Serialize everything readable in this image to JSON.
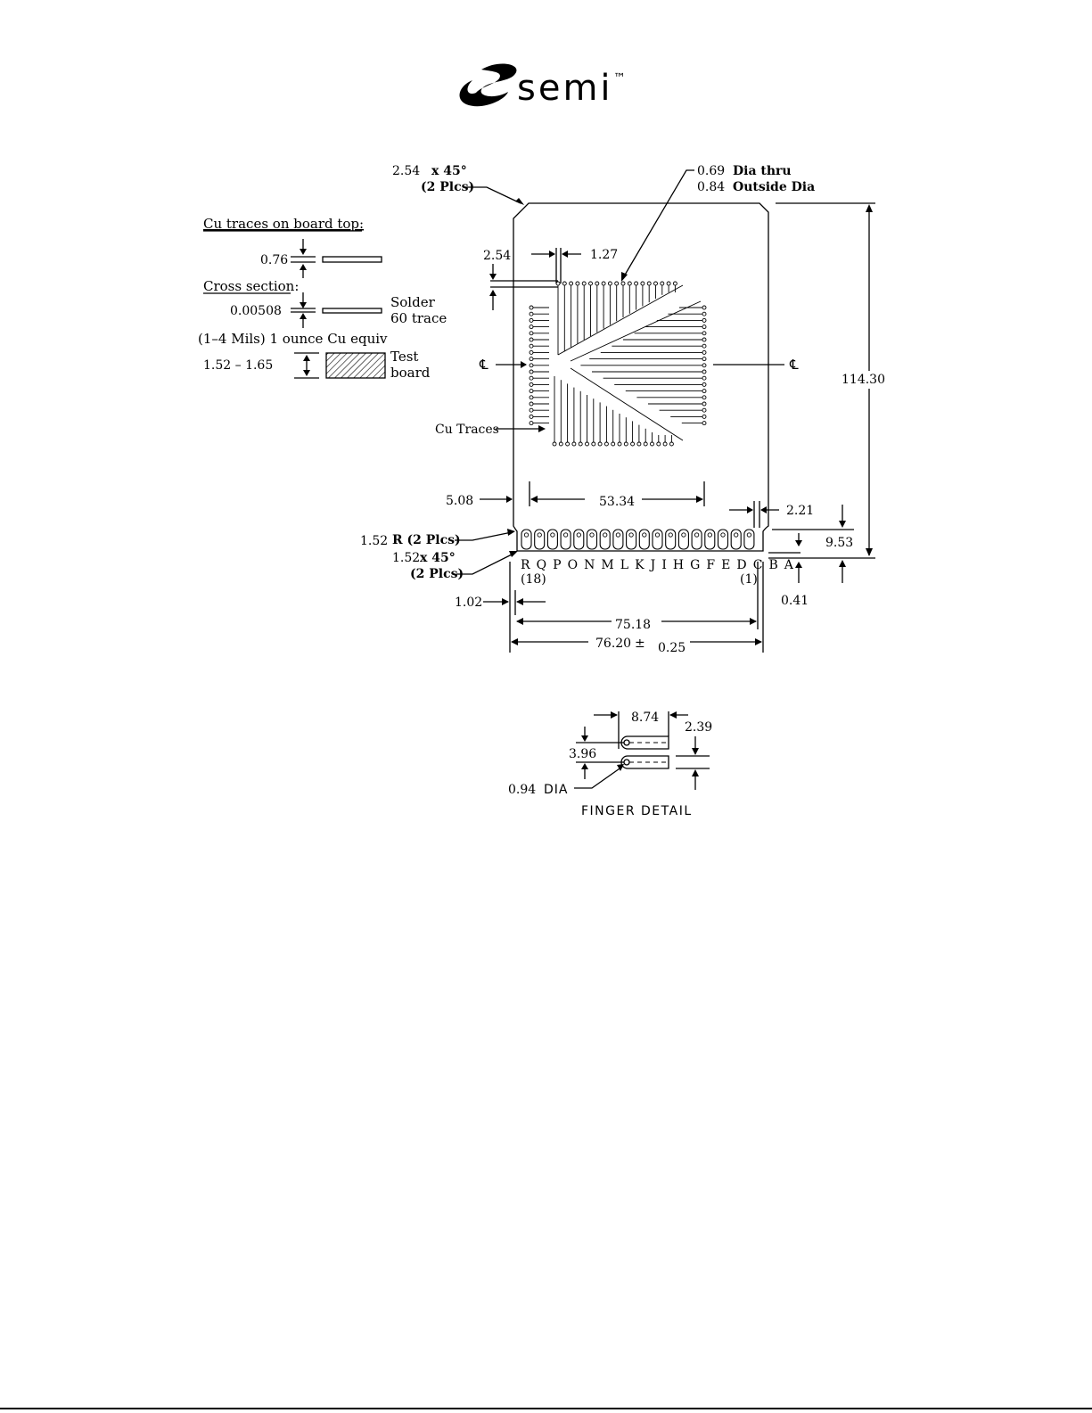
{
  "logo": {
    "text": "semi",
    "tm": "™"
  },
  "legend": {
    "cu_traces_title": "Cu traces on board top:",
    "trace_width": "0.76",
    "cross_section_title": "Cross section:",
    "solder_thickness": "0.00508",
    "solder_label_1": "Solder",
    "solder_label_2": "60 trace",
    "cu_equiv": "(1–4 Mils) 1 ounce Cu equiv",
    "board_thickness": "1.52  –  1.65",
    "test_label_1": "Test",
    "test_label_2": "board"
  },
  "board": {
    "chamfer_top": "2.54",
    "chamfer_top_angle": "x 45°",
    "chamfer_top_plcs": "(2 Plcs)",
    "hole_dia_1": "0.69",
    "hole_dia_1_note": "Dia thru",
    "hole_dia_2": "0.84",
    "hole_dia_2_note": "Outside Dia",
    "pitch_v": "2.54",
    "pitch_h": "1.27",
    "centerline": "℄",
    "height": "114.30",
    "cu_traces_label": "Cu Traces",
    "edge_offset": "5.08",
    "pad_span": "53.34",
    "finger_gap": "2.21",
    "finger_len": "9.53",
    "radius": "1.52",
    "radius_note": "R (2 Plcs)",
    "chamfer_bottom": "1.52",
    "chamfer_bottom_angle": "x 45°",
    "chamfer_bottom_plcs": "(2 Plcs)",
    "finger_letters": "R Q P O N M L K J  I H G F E D C B A",
    "pin_18": "(18)",
    "pin_1": "(1)",
    "side_offset": "1.02",
    "edge_gap": "0.41",
    "inner_width": "75.18",
    "total_width": "76.20",
    "tolerance_sign": "±",
    "tolerance": "0.25"
  },
  "finger_detail": {
    "length": "8.74",
    "width": "2.39",
    "pitch": "3.96",
    "hole": "0.94",
    "hole_note": "DIA",
    "title": "FINGER DETAIL"
  }
}
